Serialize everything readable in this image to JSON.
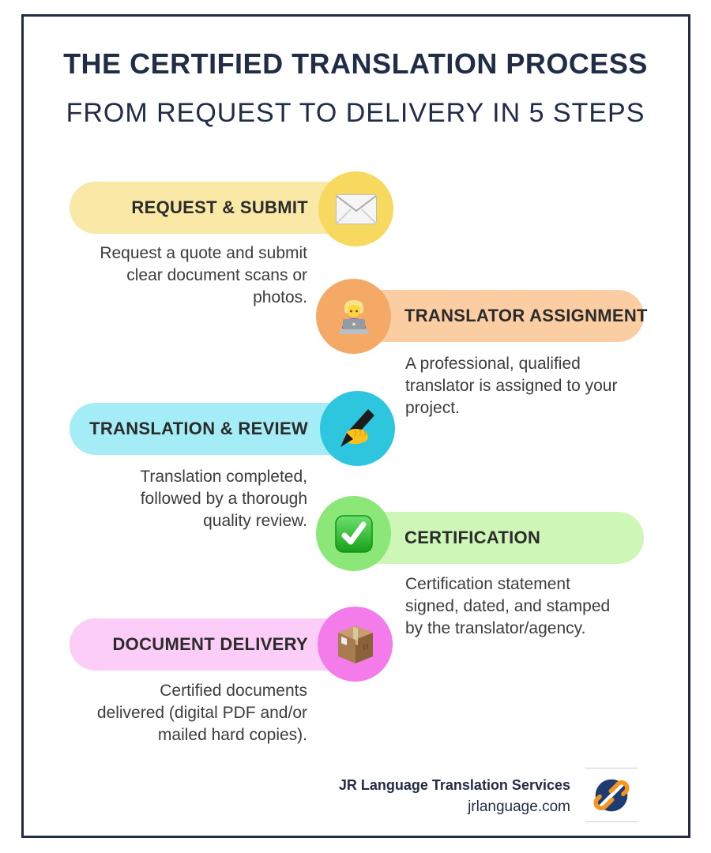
{
  "header": {
    "title": "THE CERTIFIED TRANSLATION PROCESS",
    "subtitle": "FROM REQUEST TO DELIVERY IN 5 STEPS"
  },
  "steps": [
    {
      "label": "REQUEST & SUBMIT",
      "icon": "envelope-icon",
      "side": "left",
      "pill_color": "#FAE9A6",
      "circle_color": "#F8D95F",
      "lines": [
        "Request a quote and submit",
        "clear document scans or",
        "photos."
      ]
    },
    {
      "label": "TRANSLATOR ASSIGNMENT",
      "icon": "technologist-icon",
      "side": "right",
      "pill_color": "#FBCDA3",
      "circle_color": "#F4A967",
      "lines": [
        "A professional, qualified",
        "translator is assigned to your",
        "project."
      ]
    },
    {
      "label": "TRANSLATION & REVIEW",
      "icon": "writing-hand-icon",
      "side": "left",
      "pill_color": "#A4EDF6",
      "circle_color": "#2EC5DE",
      "lines": [
        "Translation completed,",
        "followed by a thorough",
        "quality review."
      ]
    },
    {
      "label": "CERTIFICATION",
      "icon": "check-mark-icon",
      "side": "right",
      "pill_color": "#CDF6B7",
      "circle_color": "#8BE878",
      "lines": [
        "Certification statement",
        "signed, dated, and stamped",
        "by the translator/agency."
      ]
    },
    {
      "label": "DOCUMENT DELIVERY",
      "icon": "package-icon",
      "side": "left",
      "pill_color": "#FCCDF7",
      "circle_color": "#F47BEA",
      "lines": [
        "Certified documents",
        "delivered (digital PDF and/or",
        "mailed hard copies)."
      ]
    }
  ],
  "footer": {
    "company": "JR Language Translation Services",
    "website": "jrlanguage.com",
    "logo": "jr-language-logo"
  },
  "colors": {
    "background": "#FFFFFF",
    "frame": "#212C47",
    "heading": "#212C47",
    "step_label": "#2B2B2B",
    "description": "#3C3C3C",
    "logo_navy": "#1F3C72",
    "logo_orange": "#F5941F"
  }
}
